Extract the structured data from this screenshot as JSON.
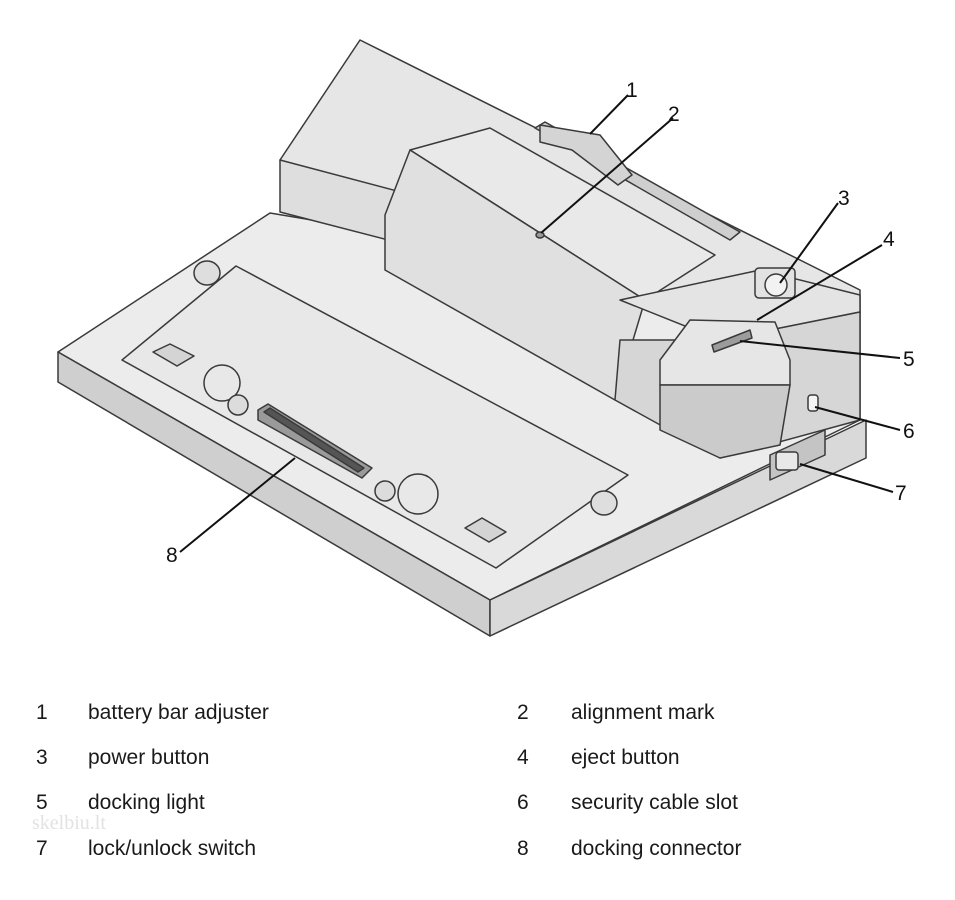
{
  "callouts": [
    {
      "number": "1",
      "label": "battery bar adjuster"
    },
    {
      "number": "2",
      "label": "alignment mark"
    },
    {
      "number": "3",
      "label": "power button"
    },
    {
      "number": "4",
      "label": "eject button"
    },
    {
      "number": "5",
      "label": "docking light"
    },
    {
      "number": "6",
      "label": "security cable slot"
    },
    {
      "number": "7",
      "label": "lock/unlock switch"
    },
    {
      "number": "8",
      "label": "docking connector"
    }
  ],
  "watermark": "skelbiu.lt",
  "colors": {
    "body_light": "#ececec",
    "body_mid": "#d9d9d9",
    "body_dark": "#bdbdbd",
    "outline": "#3a3a3a",
    "leader": "#111111"
  }
}
